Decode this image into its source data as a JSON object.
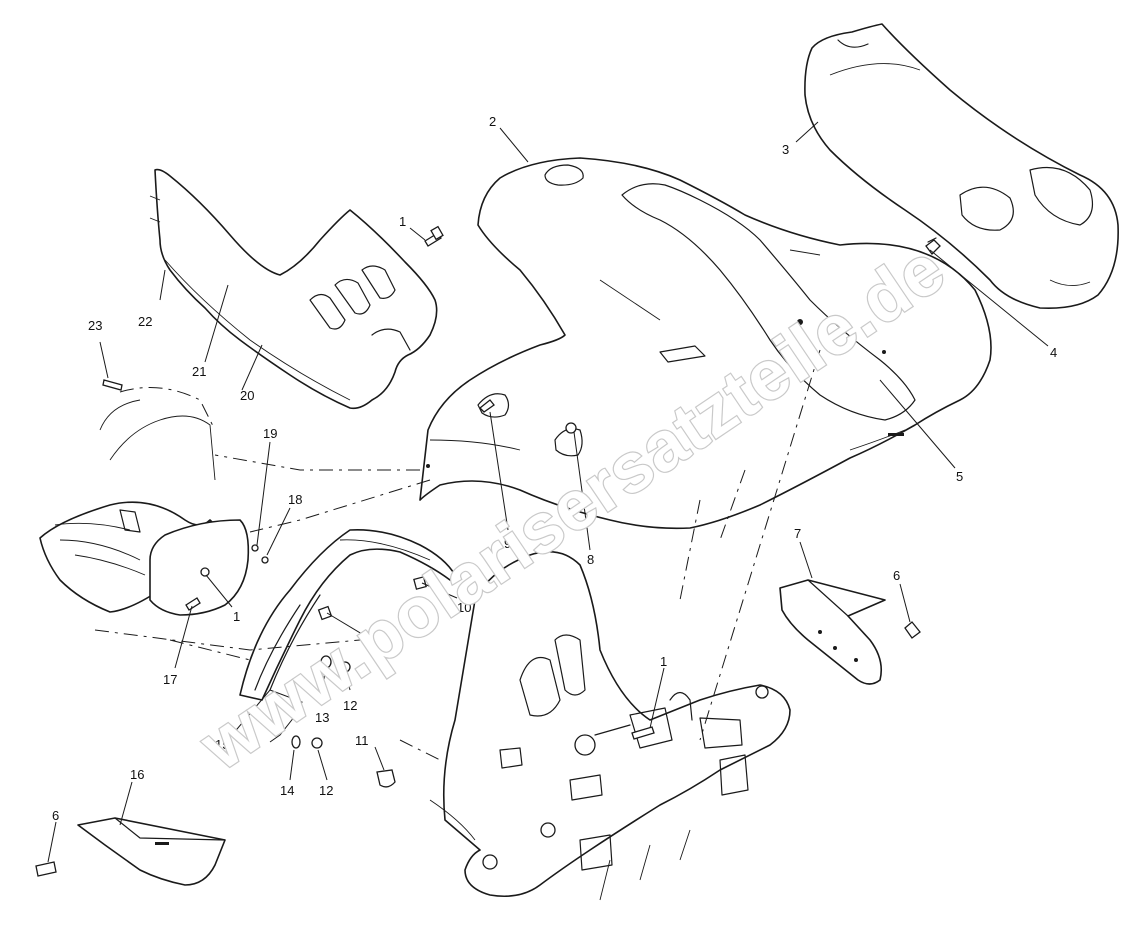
{
  "watermark": "www.polarisersatzteile.de",
  "callouts": [
    {
      "id": "c-2",
      "label": "2"
    },
    {
      "id": "c-3",
      "label": "3"
    },
    {
      "id": "c-1a",
      "label": "1"
    },
    {
      "id": "c-22",
      "label": "22"
    },
    {
      "id": "c-21",
      "label": "21"
    },
    {
      "id": "c-20",
      "label": "20"
    },
    {
      "id": "c-23",
      "label": "23"
    },
    {
      "id": "c-4",
      "label": "4"
    },
    {
      "id": "c-5a",
      "label": "5"
    },
    {
      "id": "c-19",
      "label": "19"
    },
    {
      "id": "c-18",
      "label": "18"
    },
    {
      "id": "c-9",
      "label": "9"
    },
    {
      "id": "c-8",
      "label": "8"
    },
    {
      "id": "c-7",
      "label": "7"
    },
    {
      "id": "c-6a",
      "label": "6"
    },
    {
      "id": "c-1b",
      "label": "1"
    },
    {
      "id": "c-10",
      "label": "10"
    },
    {
      "id": "c-5b",
      "label": "5"
    },
    {
      "id": "c-17",
      "label": "17"
    },
    {
      "id": "c-1c",
      "label": "1"
    },
    {
      "id": "c-12a",
      "label": "12"
    },
    {
      "id": "c-13",
      "label": "13"
    },
    {
      "id": "c-15",
      "label": "15"
    },
    {
      "id": "c-11",
      "label": "11"
    },
    {
      "id": "c-14",
      "label": "14"
    },
    {
      "id": "c-12b",
      "label": "12"
    },
    {
      "id": "c-16",
      "label": "16"
    },
    {
      "id": "c-6b",
      "label": "6"
    }
  ]
}
